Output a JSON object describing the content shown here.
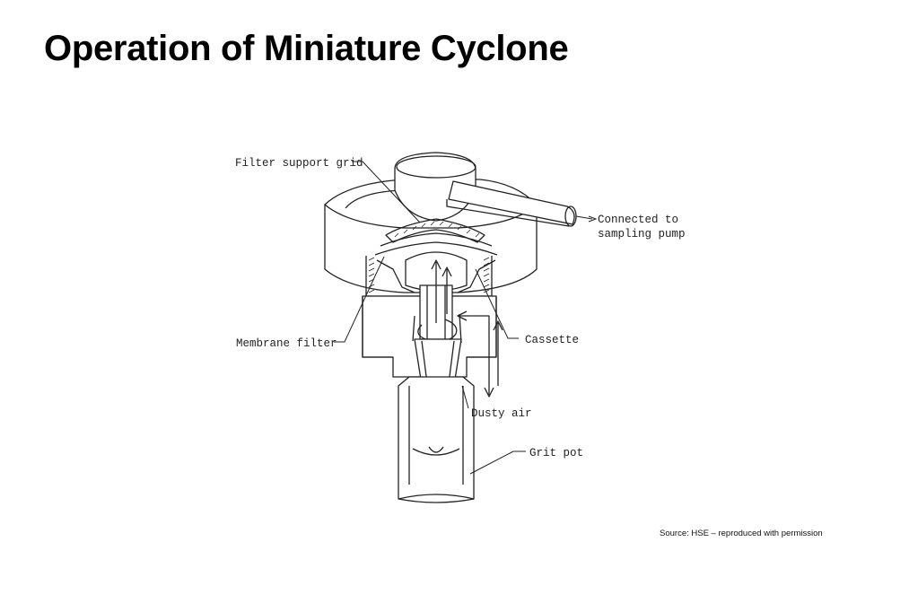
{
  "slide": {
    "title": "Operation of Miniature Cyclone",
    "source": "Source: HSE – reproduced with permission"
  },
  "diagram": {
    "labels": {
      "filter_support_grid": "Filter support grid",
      "connected_line1": "Connected to",
      "connected_line2": "sampling pump",
      "membrane_filter": "Membrane filter",
      "cassette": "Cassette",
      "dusty_air": "Dusty air",
      "grit_pot": "Grit pot"
    }
  }
}
